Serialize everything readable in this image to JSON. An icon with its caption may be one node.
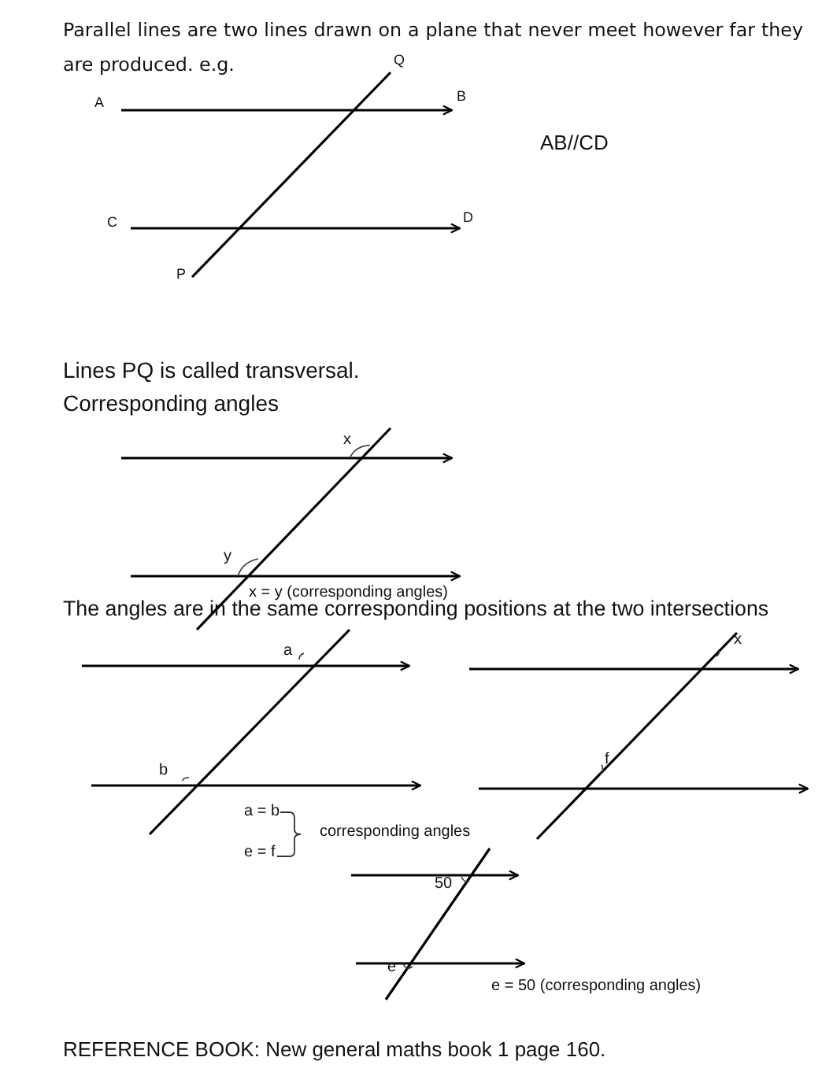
{
  "diagram": {
    "labels": [
      "Parallel lines are two lines drawn on a plane that never meet however far they are produced. e.g.",
      "Q",
      "A",
      "B",
      "AB//CD",
      "C",
      "D",
      "P",
      "Lines PQ is called transversal.",
      "Corresponding angles",
      "x",
      "y",
      "x = y  (corresponding angles)",
      "The angles are in the same corresponding positions at the two intersections",
      "a",
      "x",
      "f",
      "b",
      "a = b",
      "e = f",
      "corresponding angles",
      "50",
      "e",
      "e  = 50 (corresponding angles)",
      "REFERENCE BOOK: New general maths book 1 page 160."
    ]
  }
}
